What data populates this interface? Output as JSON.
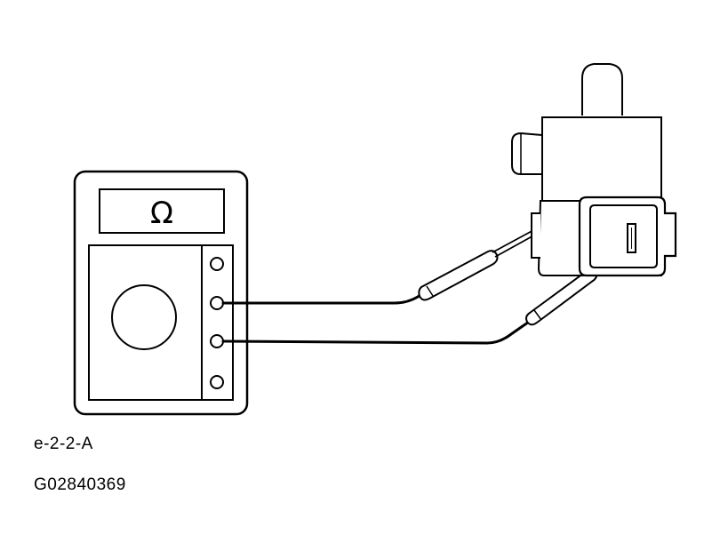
{
  "figure": {
    "meter_symbol": "Ω",
    "fig_code": "e-2-2-A",
    "image_code": "G02840369"
  }
}
